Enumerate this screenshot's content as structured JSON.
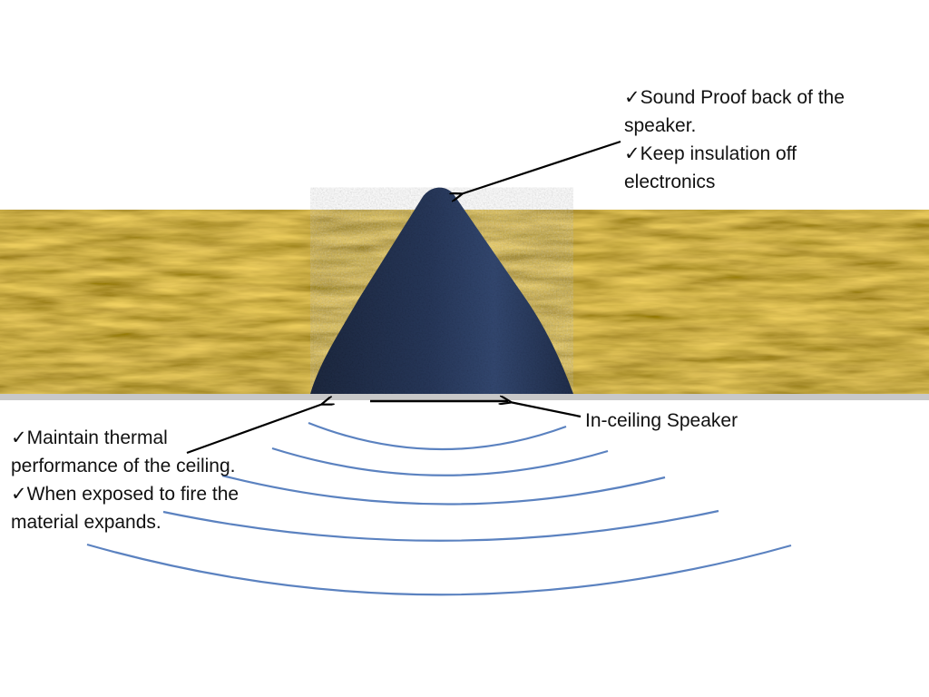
{
  "colors": {
    "insulation_dark": "#5a4008",
    "insulation_mid": "#a07a1c",
    "insulation_light": "#e0c060",
    "cone": "#1c2a44",
    "cone_highlight": "#3c5482",
    "ceiling": "#c8c8c8",
    "waves": "#5b82c0",
    "arrows": "#000000",
    "text": "#111111"
  },
  "labels": {
    "top_notes": [
      "✓Sound Proof back of the",
      "speaker.",
      "✓Keep insulation off",
      "electronics"
    ],
    "left_notes": [
      "✓Maintain thermal",
      "performance of the ceiling.",
      "✓When exposed to fire the",
      "material expands."
    ],
    "speaker": "In-ceiling Speaker"
  },
  "icons": {
    "check": "check-icon",
    "arrow": "arrow-icon"
  }
}
